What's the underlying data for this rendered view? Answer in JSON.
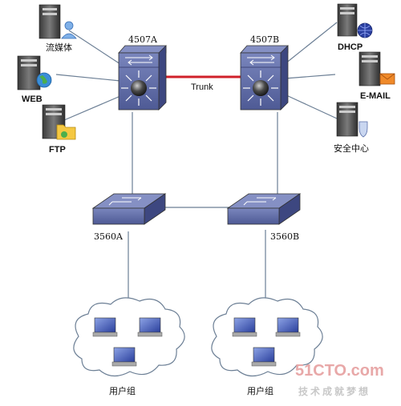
{
  "labels": {
    "core_left": "4507A",
    "core_right": "4507B",
    "trunk": "Trunk",
    "access_left": "3560A",
    "access_right": "3560B",
    "server_streaming": "流媒体",
    "server_web": "WEB",
    "server_ftp": "FTP",
    "server_dhcp": "DHCP",
    "server_email": "E-MAIL",
    "server_security": "安全中心",
    "usergroup_left": "用户组",
    "usergroup_right": "用户组"
  },
  "watermark": {
    "site": "51CTO.com",
    "slogan": "技术成就梦想"
  },
  "colors": {
    "switch_body": "#5d6aa5",
    "switch_dark": "#3d4780",
    "trunk_link": "#d0202a",
    "link": "#6c7f95"
  }
}
